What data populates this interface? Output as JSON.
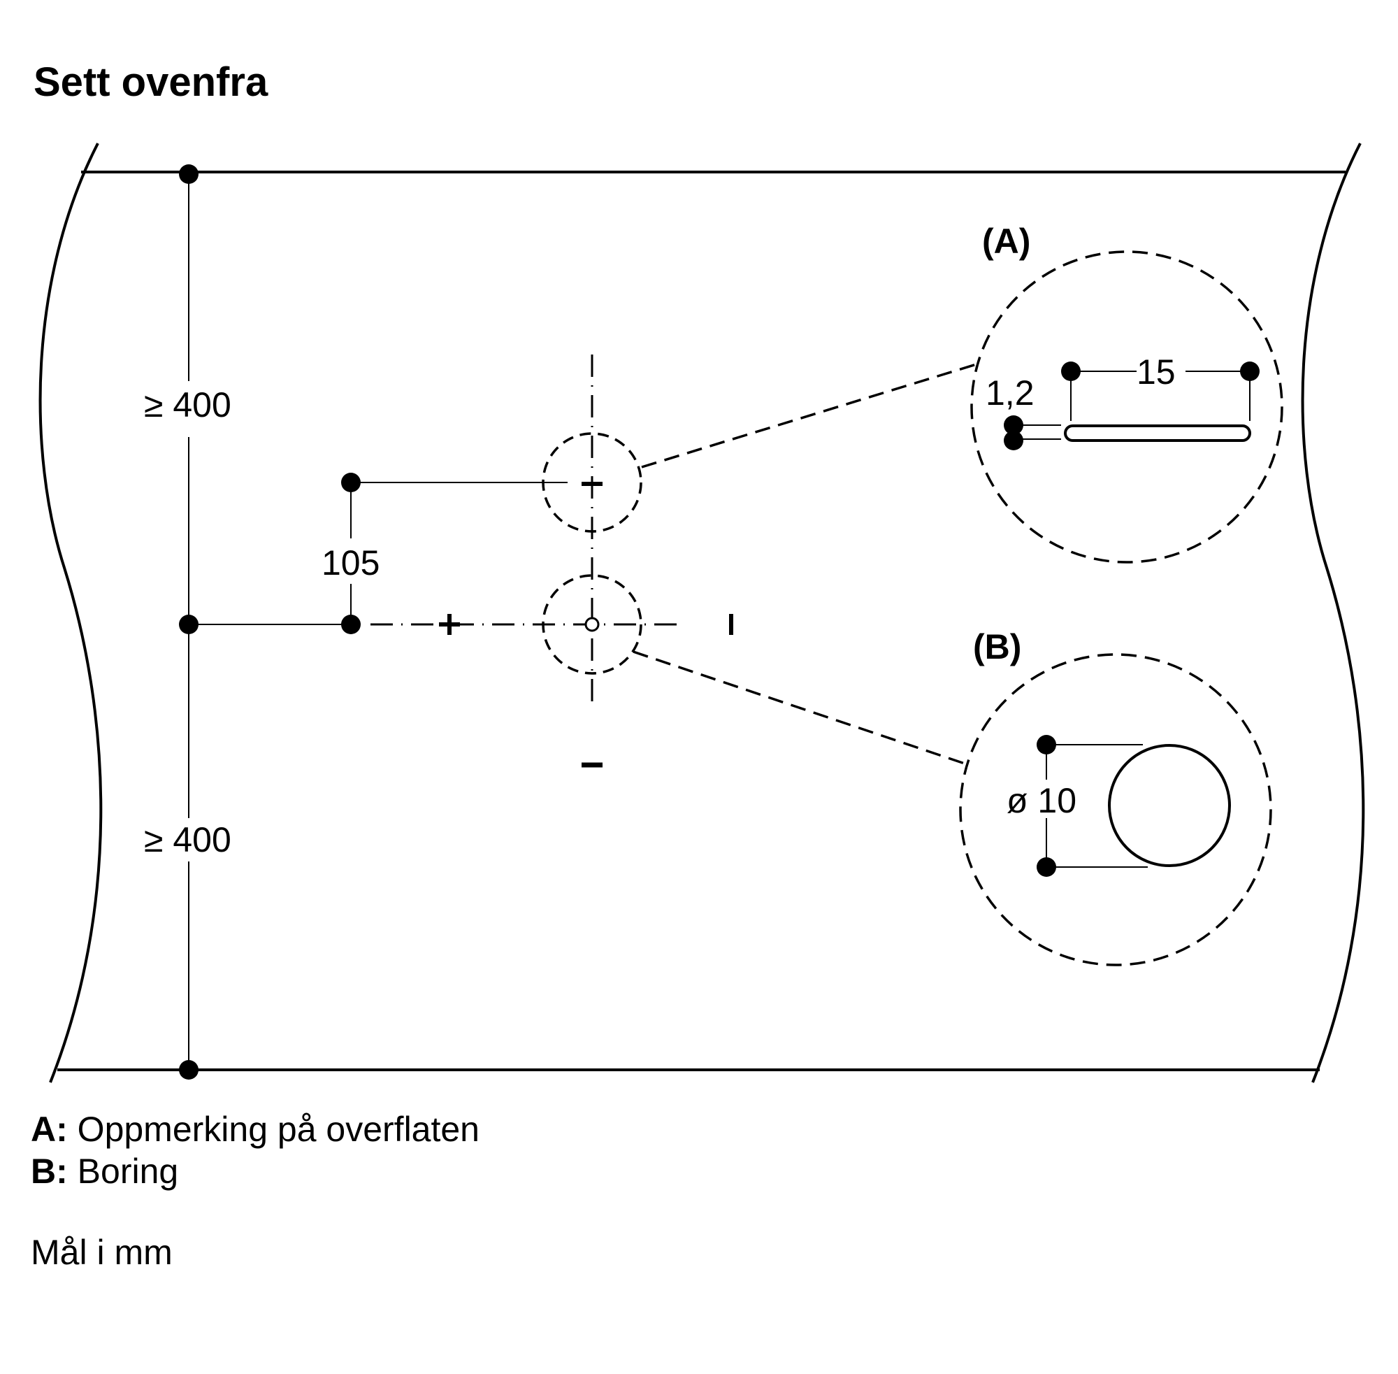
{
  "title": "Sett ovenfra",
  "dimensions": {
    "upper_min_distance": "≥ 400",
    "lower_min_distance": "≥ 400",
    "offset_vertical": "105"
  },
  "detail_a": {
    "label": "(A)",
    "slot_length": "15",
    "slot_width": "1,2"
  },
  "detail_b": {
    "label": "(B)",
    "hole_diameter": "ø 10"
  },
  "legend": [
    {
      "key": "A:",
      "text": "Oppmerking på overflaten"
    },
    {
      "key": "B:",
      "text": "Boring"
    }
  ],
  "units_note": "Mål i mm",
  "colors": {
    "line": "#000000",
    "background": "#ffffff"
  }
}
